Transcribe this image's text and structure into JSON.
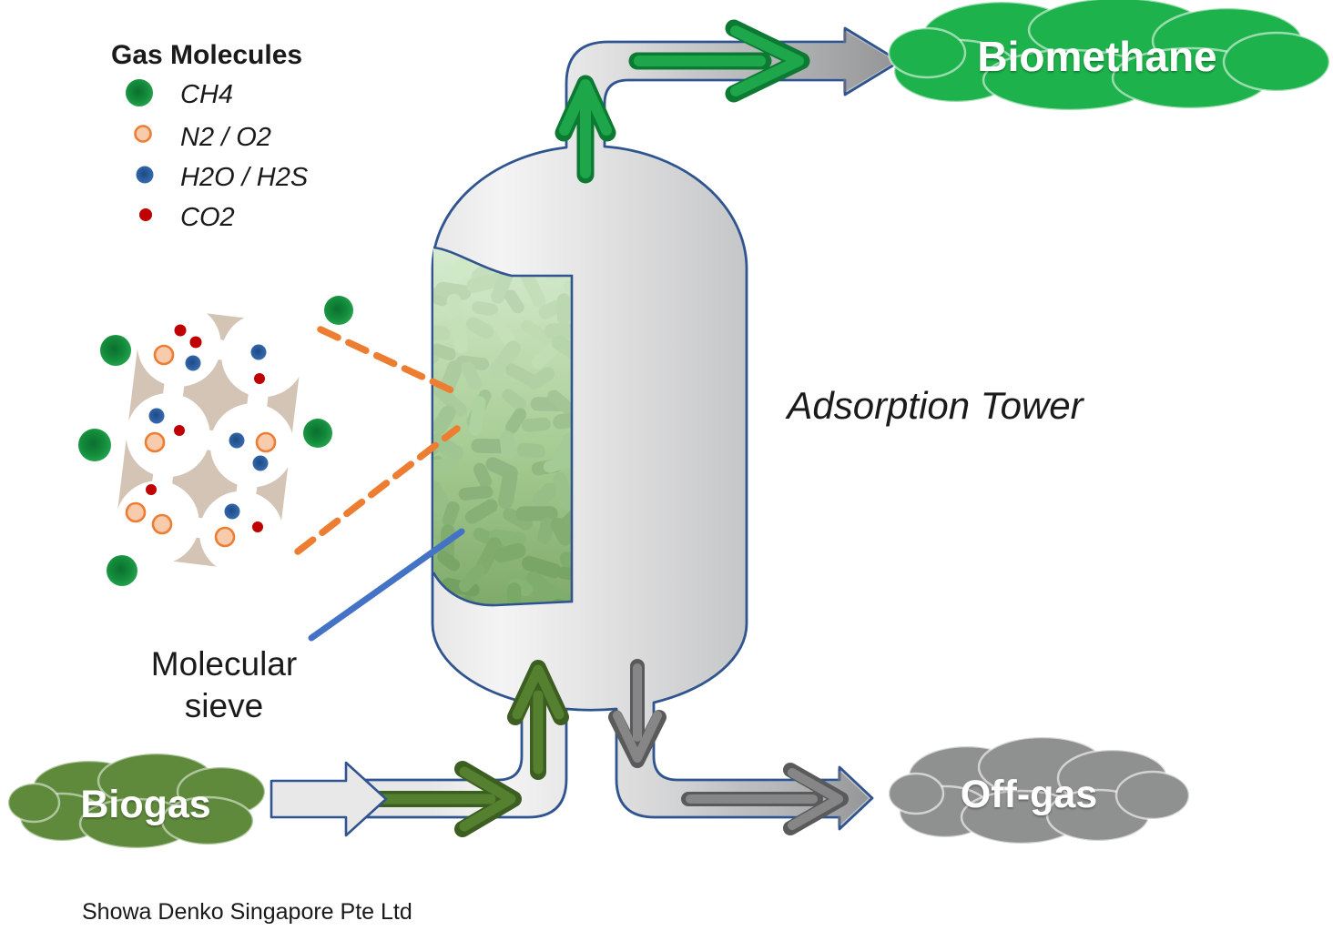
{
  "legend": {
    "title": "Gas Molecules",
    "items": [
      {
        "id": "ch4",
        "label": "CH4",
        "color": "#169a45"
      },
      {
        "id": "n2o2",
        "label": "N2 / O2",
        "color": "#ed7d31"
      },
      {
        "id": "h2o",
        "label": "H2O / H2S",
        "color": "#2e5da8"
      },
      {
        "id": "co2",
        "label": "CO2",
        "color": "#c00000"
      }
    ]
  },
  "labels": {
    "adsorption_tower": "Adsorption Tower",
    "molecular_sieve_line1": "Molecular",
    "molecular_sieve_line2": "sieve"
  },
  "clouds": {
    "biogas": {
      "label": "Biogas",
      "color": "#5f8a3c"
    },
    "biomethane": {
      "label": "Biomethane",
      "color": "#1db24b"
    },
    "offgas": {
      "label": "Off-gas",
      "color": "#8f9090"
    }
  },
  "footer": {
    "company": "Showa Denko Singapore Pte Ltd"
  },
  "colors": {
    "pipe_outline_blue": "#2f5490",
    "bright_green_arrow": "#1ea74a",
    "olive_green_arrow": "#54802f",
    "gray_arrow": "#7f7f7f",
    "sieve_tan": "#d4c4b5",
    "dash_orange": "#ed7d31",
    "pointer_blue": "#4472c4"
  }
}
